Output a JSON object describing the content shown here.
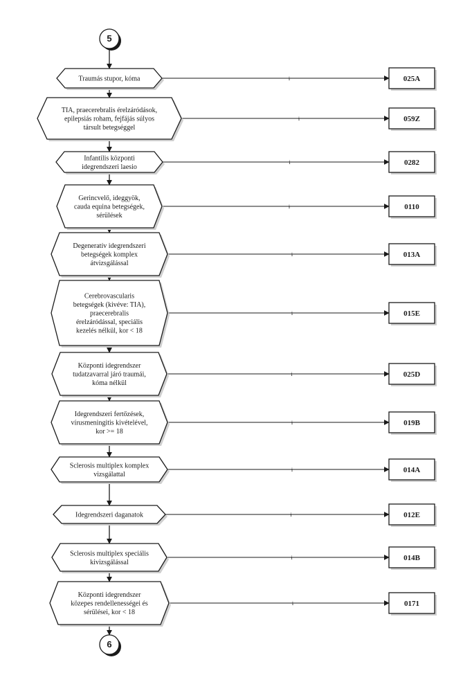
{
  "connector_in": "5",
  "connector_out": "6",
  "yes_mark": "i",
  "steps": [
    {
      "lines": [
        "Traumás stupor, kóma"
      ],
      "code": "025A"
    },
    {
      "lines": [
        "TIA, praecerebralis érelzáródások,",
        "epilepsiás roham, fejfájás súlyos",
        "társult betegséggel"
      ],
      "code": "059Z"
    },
    {
      "lines": [
        "Infantilis központi",
        "idegrendszeri laesio"
      ],
      "code": "0282"
    },
    {
      "lines": [
        "Gerincvelő, ideggyök,",
        "cauda equina betegségek,",
        "sérülések"
      ],
      "code": "0110"
    },
    {
      "lines": [
        "Degeneratív idegrendszeri",
        "betegségek komplex",
        "átvizsgálással"
      ],
      "code": "013A"
    },
    {
      "lines": [
        "Cerebrovascularis",
        "betegségek (kivéve: TIA),",
        "praecerebralis",
        "érelzáródással, speciális",
        "kezelés nélkül, kor < 18"
      ],
      "code": "015E"
    },
    {
      "lines": [
        "Központi idegrendszer",
        "tudatzavarral járó traumái,",
        "kóma nélkül"
      ],
      "code": "025D"
    },
    {
      "lines": [
        "Idegrendszeri fertőzések,",
        "vírusmeningitis kivételével,",
        "kor >= 18"
      ],
      "code": "019B"
    },
    {
      "lines": [
        "Sclerosis multiplex komplex",
        "vizsgálattal"
      ],
      "code": "014A"
    },
    {
      "lines": [
        "Idegrendszeri daganatok"
      ],
      "code": "012E"
    },
    {
      "lines": [
        "Sclerosis multiplex speciális",
        "kivizsgálással"
      ],
      "code": "014B"
    },
    {
      "lines": [
        "Központi idegrendszer",
        "közepes rendellenességei és",
        "sérülései, kor < 18"
      ],
      "code": "0171"
    }
  ]
}
